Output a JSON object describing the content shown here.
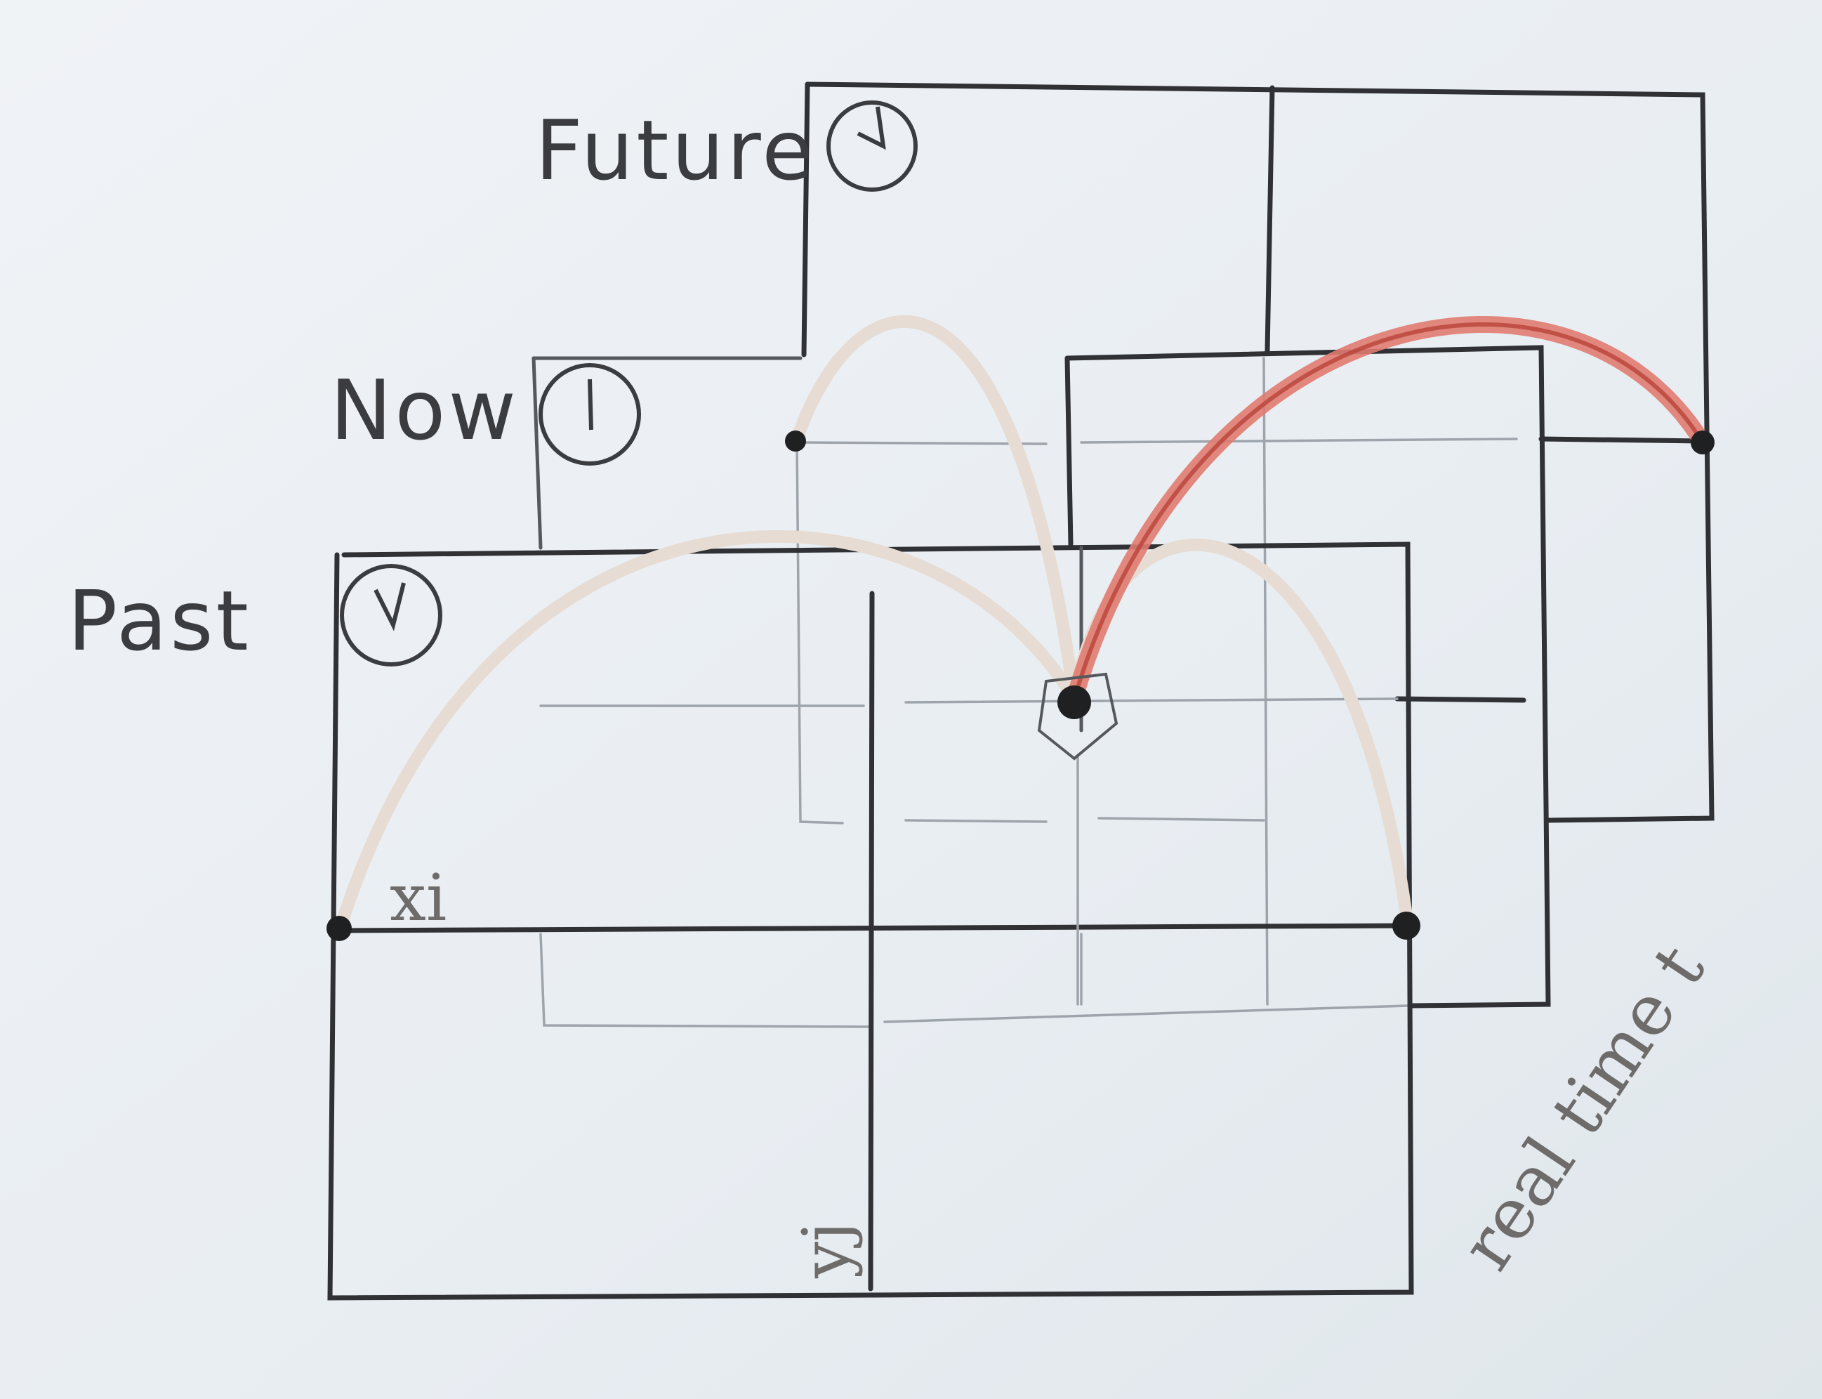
{
  "labels": {
    "future": "Future",
    "now": "Now",
    "past": "Past",
    "xi": "xi",
    "yj": "yj",
    "real_time": "real time t"
  },
  "colors": {
    "paper": "#e9eef3",
    "pencil": "#2f3134",
    "faint_arc": "#e6dcd3",
    "highlight_arc": "#e07b70"
  }
}
